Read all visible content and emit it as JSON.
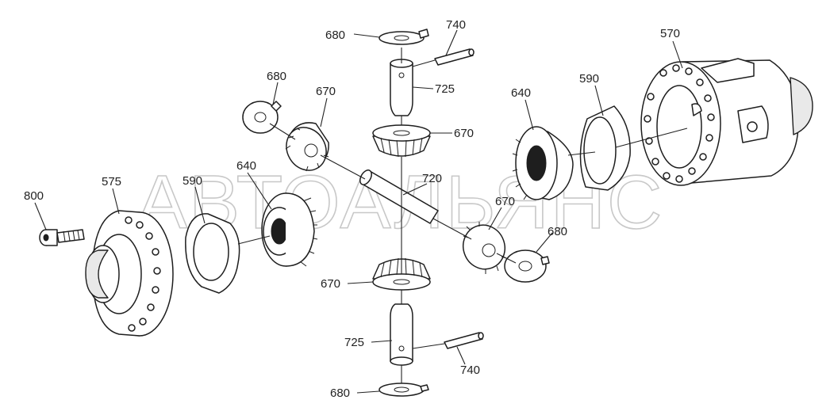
{
  "diagram": {
    "watermark": "АВТОАЛЬЯНС",
    "callouts": [
      {
        "id": "c-680-top",
        "text": "680"
      },
      {
        "id": "c-740-top",
        "text": "740"
      },
      {
        "id": "c-725-top",
        "text": "725"
      },
      {
        "id": "c-570",
        "text": "570"
      },
      {
        "id": "c-590-right",
        "text": "590"
      },
      {
        "id": "c-640-right",
        "text": "640"
      },
      {
        "id": "c-670-upper-left",
        "text": "670"
      },
      {
        "id": "c-680-upper-left",
        "text": "680"
      },
      {
        "id": "c-670-upper-center",
        "text": "670"
      },
      {
        "id": "c-720",
        "text": "720"
      },
      {
        "id": "c-670-right",
        "text": "670"
      },
      {
        "id": "c-680-right",
        "text": "680"
      },
      {
        "id": "c-800",
        "text": "800"
      },
      {
        "id": "c-575",
        "text": "575"
      },
      {
        "id": "c-590-left",
        "text": "590"
      },
      {
        "id": "c-640-left",
        "text": "640"
      },
      {
        "id": "c-670-lower",
        "text": "670"
      },
      {
        "id": "c-725-bottom",
        "text": "725"
      },
      {
        "id": "c-740-bottom",
        "text": "740"
      },
      {
        "id": "c-680-bottom",
        "text": "680"
      }
    ]
  }
}
